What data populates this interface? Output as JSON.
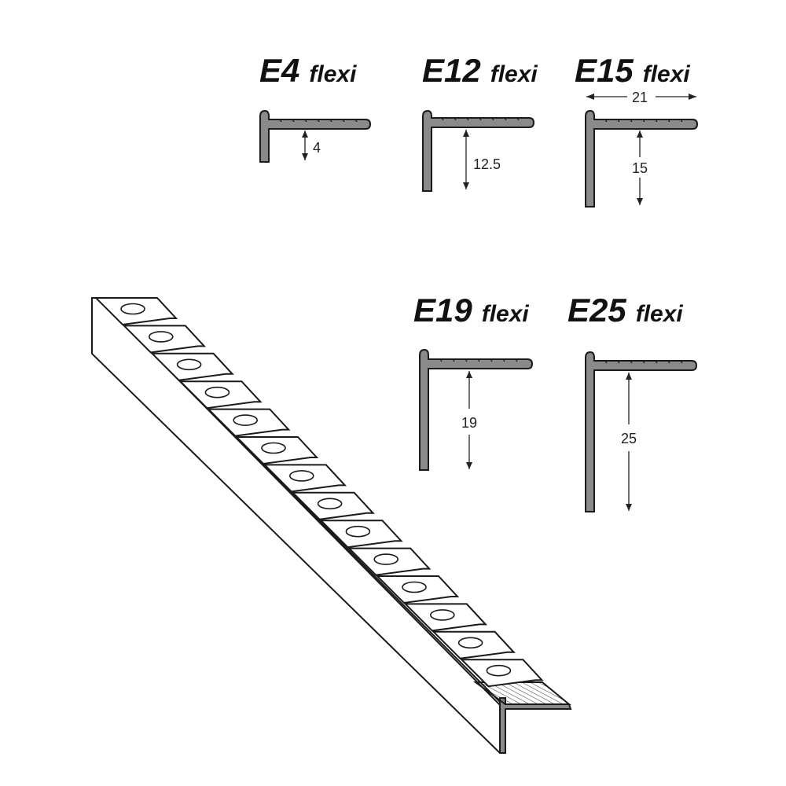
{
  "colors": {
    "profile_fill": "#8a8a8a",
    "outline": "#1a1a1a",
    "background": "#ffffff"
  },
  "profiles": [
    {
      "code": "E4",
      "suffix": "flexi",
      "height_label": "4",
      "height_mm": 4
    },
    {
      "code": "E12",
      "suffix": "flexi",
      "height_label": "12.5",
      "height_mm": 12.5
    },
    {
      "code": "E15",
      "suffix": "flexi",
      "height_label": "15",
      "height_mm": 15,
      "width_label": "21",
      "width_mm": 21
    },
    {
      "code": "E19",
      "suffix": "flexi",
      "height_label": "19",
      "height_mm": 19
    },
    {
      "code": "E25",
      "suffix": "flexi",
      "height_label": "25",
      "height_mm": 25
    }
  ],
  "strip": {
    "tab_count": 14
  }
}
